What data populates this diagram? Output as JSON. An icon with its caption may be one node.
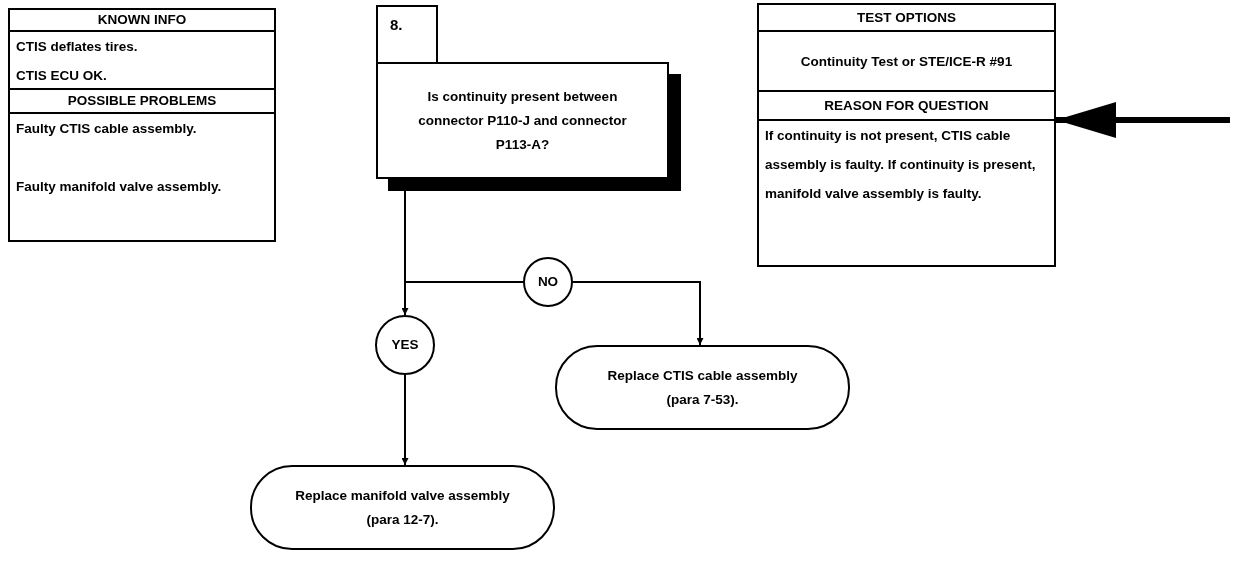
{
  "diagram": {
    "nodes": [
      {
        "text": [
          "KNOWN INFO",
          "CTIS deflates tires.",
          "CTIS ECU OK.",
          "POSSIBLE PROBLEMS",
          "Faulty CTIS cable assembly.",
          "Faulty manifold valve assembly."
        ]
      },
      {
        "text": [
          "8."
        ]
      },
      {
        "text": [
          "Is continuity present between connector P110-J and connector P113-A?"
        ]
      },
      {
        "text": [
          "TEST OPTIONS",
          "Continuity Test or STE/ICE-R #91",
          "REASON FOR QUESTION",
          "If continuity is not present, CTIS cable assembly is faulty.  If continuity is present, manifold valve assembly is faulty."
        ]
      },
      {
        "text": [
          "NO"
        ]
      },
      {
        "text": [
          "YES"
        ]
      },
      {
        "text": [
          "Replace CTIS cable assembly (para 7-53)."
        ]
      },
      {
        "text": [
          "Replace manifold valve assembly (para 12-7)."
        ]
      }
    ],
    "edges": [
      {
        "from": null,
        "to": 3,
        "arrow": "to",
        "style": "thick"
      },
      {
        "from": 2,
        "to": 5,
        "arrow": "to"
      },
      {
        "from": 2,
        "to": 4,
        "arrow": "none"
      },
      {
        "from": 4,
        "to": 6,
        "arrow": "to"
      },
      {
        "from": 5,
        "to": 7,
        "arrow": "to"
      }
    ]
  }
}
